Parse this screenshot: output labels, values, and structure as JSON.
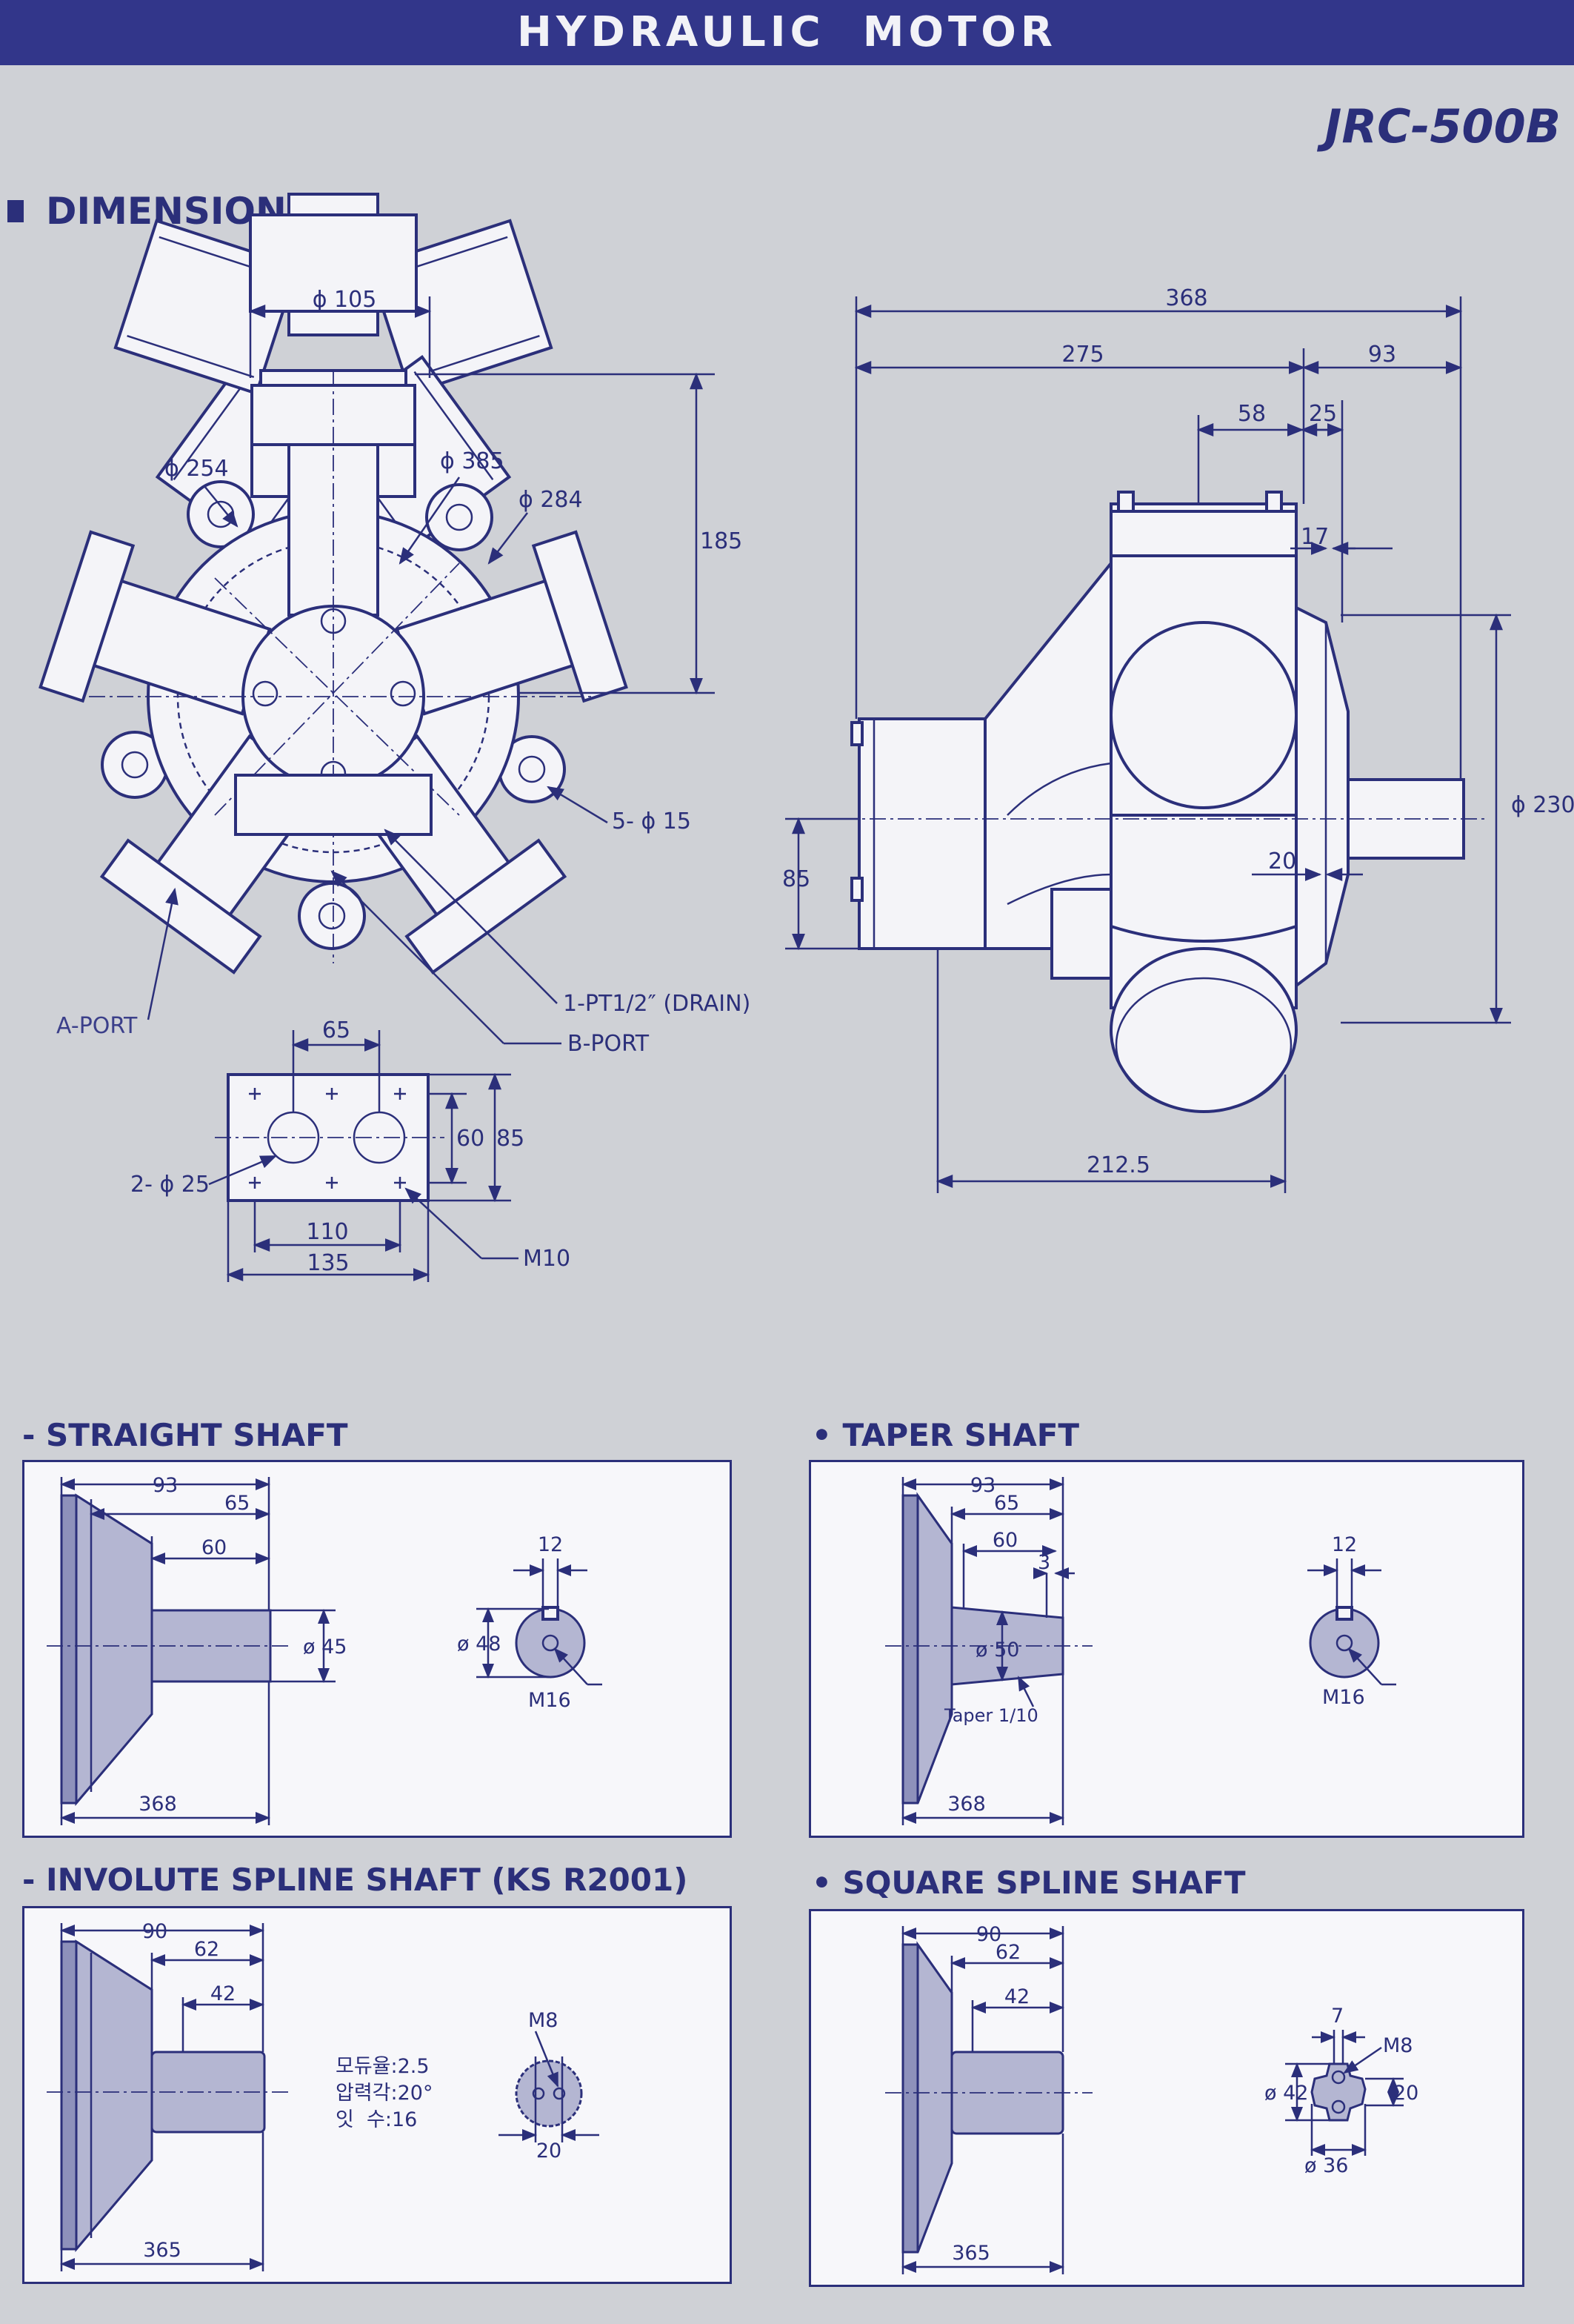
{
  "header": {
    "title": "HYDRAULIC  MOTOR",
    "model": "JRC-500B"
  },
  "section_title": "DIMENSIONS",
  "front_view": {
    "d_105": "ϕ 105",
    "d_254": "ϕ 254",
    "d_385": "ϕ 385",
    "d_284": "ϕ 284",
    "h_185": "185",
    "holes": "5- ϕ 15",
    "a_port": "A-PORT",
    "drain": "1-PT1/2″  (DRAIN)",
    "b_port": "B-PORT"
  },
  "flange": {
    "w_65": "65",
    "h_60": "60",
    "h_85": "85",
    "ports": "2- ϕ 25",
    "w_110": "110",
    "w_135": "135",
    "thread": "M10"
  },
  "side_view": {
    "l_368": "368",
    "l_275": "275",
    "l_93": "93",
    "l_58": "58",
    "l_25": "25",
    "l_17": "17",
    "d_230": "ϕ 230",
    "l_20": "20",
    "h_85": "85",
    "l_212": "212.5"
  },
  "straight_shaft": {
    "title": "- STRAIGHT SHAFT",
    "l_93": "93",
    "l_65": "65",
    "l_60": "60",
    "d_45": "ø 45",
    "l_368": "368",
    "key_12": "12",
    "d_48": "ø 48",
    "thread": "M16"
  },
  "taper_shaft": {
    "title": "• TAPER SHAFT",
    "l_93": "93",
    "l_65": "65",
    "l_60": "60",
    "l_3": "3",
    "d_50": "ø 50",
    "taper": "Taper 1/10",
    "l_368": "368",
    "key_12": "12",
    "thread": "M16"
  },
  "involute_shaft": {
    "title": "- INVOLUTE SPLINE SHAFT (KS R2001)",
    "l_90": "90",
    "l_62": "62",
    "l_42": "42",
    "l_365": "365",
    "spec_module": "모듀율:2.5",
    "spec_angle": "압력각:20°",
    "spec_teeth": "잇  수:16",
    "thread": "M8",
    "w_20": "20"
  },
  "square_shaft": {
    "title": "• SQUARE SPLINE SHAFT",
    "l_90": "90",
    "l_62": "62",
    "l_42": "42",
    "l_365": "365",
    "w_7": "7",
    "thread": "M8",
    "d_42": "ø 42",
    "w_20": "20",
    "d_36": "ø 36"
  }
}
